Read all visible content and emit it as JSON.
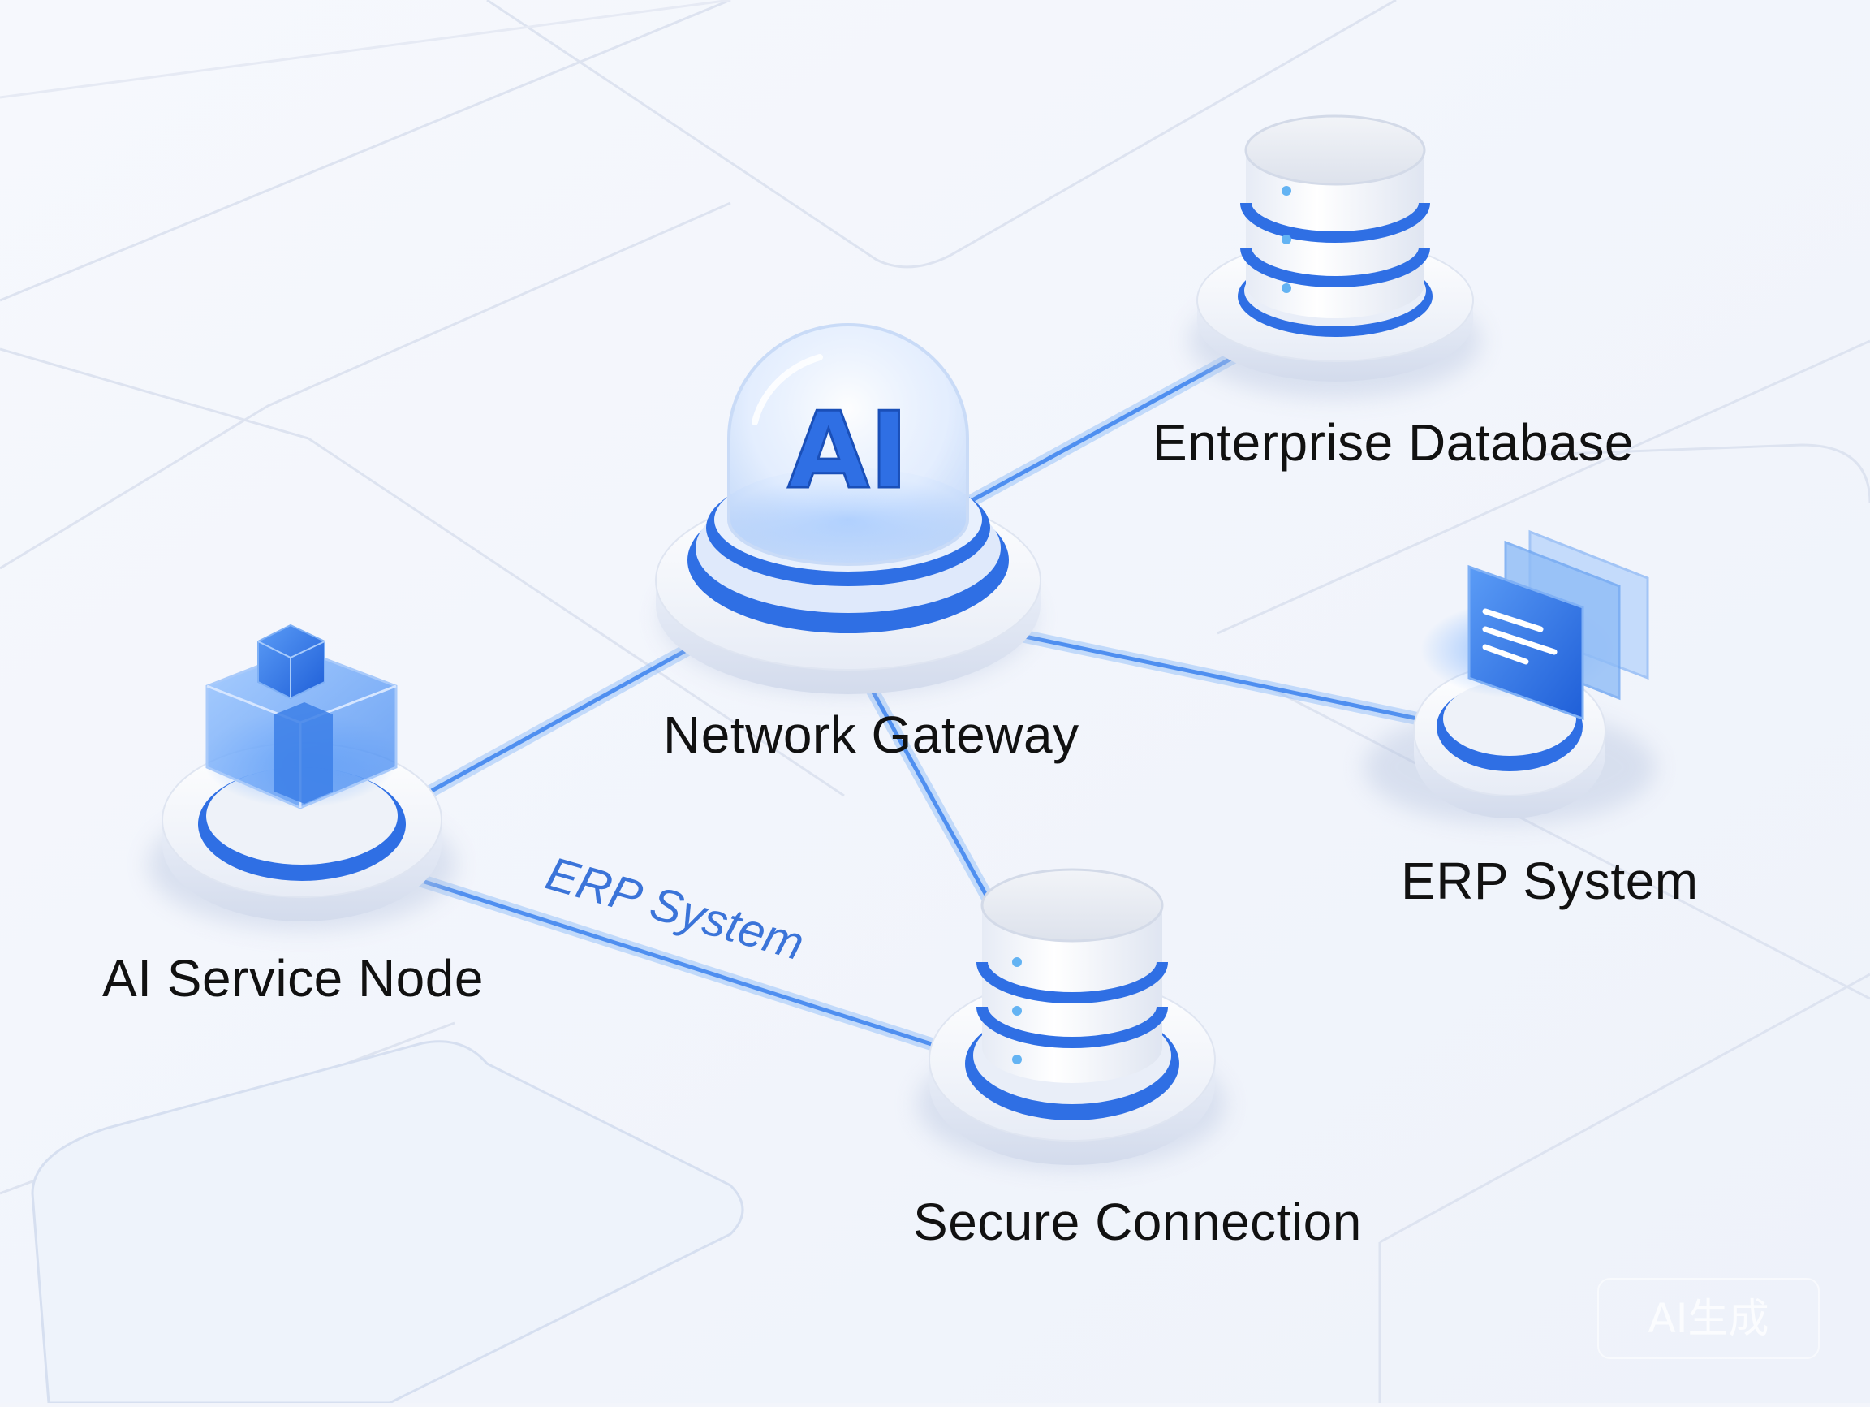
{
  "nodes": {
    "gateway": {
      "label": "Network Gateway",
      "icon": "ai-dome-icon",
      "glyph": "AI"
    },
    "database": {
      "label": "Enterprise Database",
      "icon": "database-icon"
    },
    "erp": {
      "label": "ERP System",
      "icon": "document-stack-icon"
    },
    "ai_service": {
      "label": "AI Service Node",
      "icon": "cube-icon"
    },
    "secure": {
      "label": "Secure Connection",
      "icon": "database-icon"
    }
  },
  "edges": {
    "ai_to_secure": {
      "label": "ERP System"
    }
  },
  "watermark": "AI生成",
  "colors": {
    "background": "#f3f5fb",
    "accent_blue": "#2f6fe4",
    "link_blue": "#5c9bf2",
    "label_text": "#111111",
    "edge_label_text": "#3b74d9"
  }
}
